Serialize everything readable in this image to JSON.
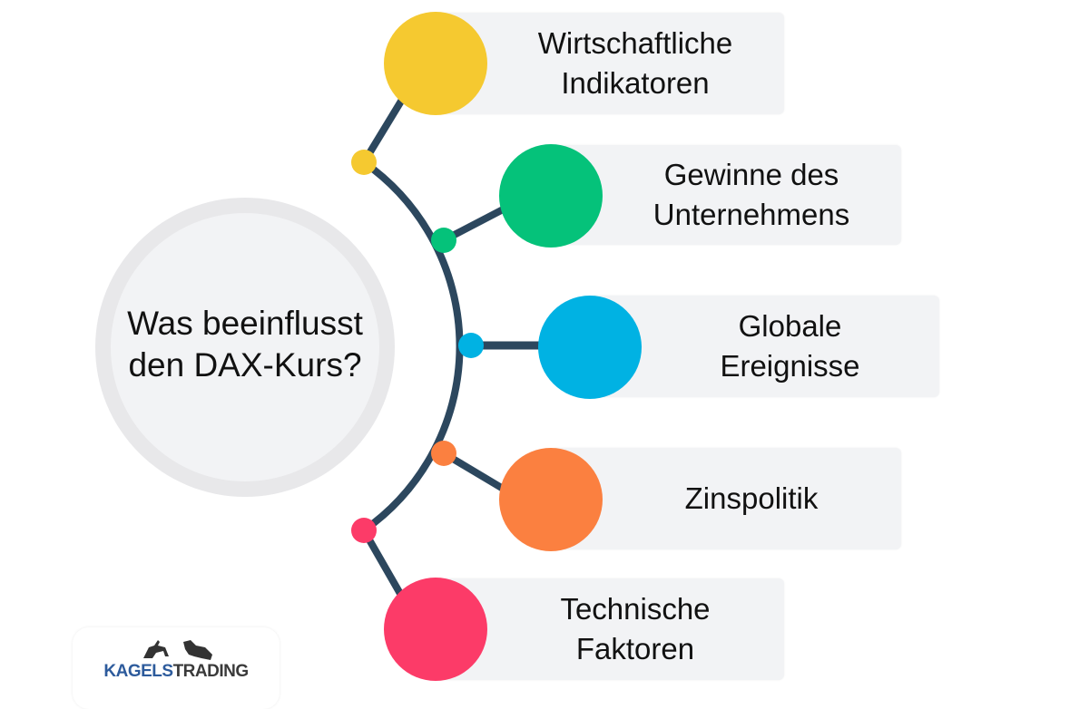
{
  "hub": {
    "line1": "Was beeinflusst",
    "line2": "den DAX-Kurs?"
  },
  "factors": [
    {
      "line1": "Wirtschaftliche",
      "line2": "Indikatoren",
      "color": "#f5c930"
    },
    {
      "line1": "Gewinne des",
      "line2": "Unternehmens",
      "color": "#05c27a"
    },
    {
      "line1": "Globale",
      "line2": "Ereignisse",
      "color": "#00b2e3"
    },
    {
      "line1": "Zinspolitik",
      "line2": "",
      "color": "#fb8040"
    },
    {
      "line1": "Technische",
      "line2": "Faktoren",
      "color": "#fc3b68"
    }
  ],
  "colors": {
    "connector": "#2c475e",
    "card_bg": "#f2f3f5",
    "hub_ring": "#e8e8ea",
    "hub_fill": "#f2f3f5"
  },
  "logo": {
    "part1": "KAGELS",
    "part2": "TRADING",
    "icons": [
      "bull-icon",
      "bear-icon"
    ]
  }
}
